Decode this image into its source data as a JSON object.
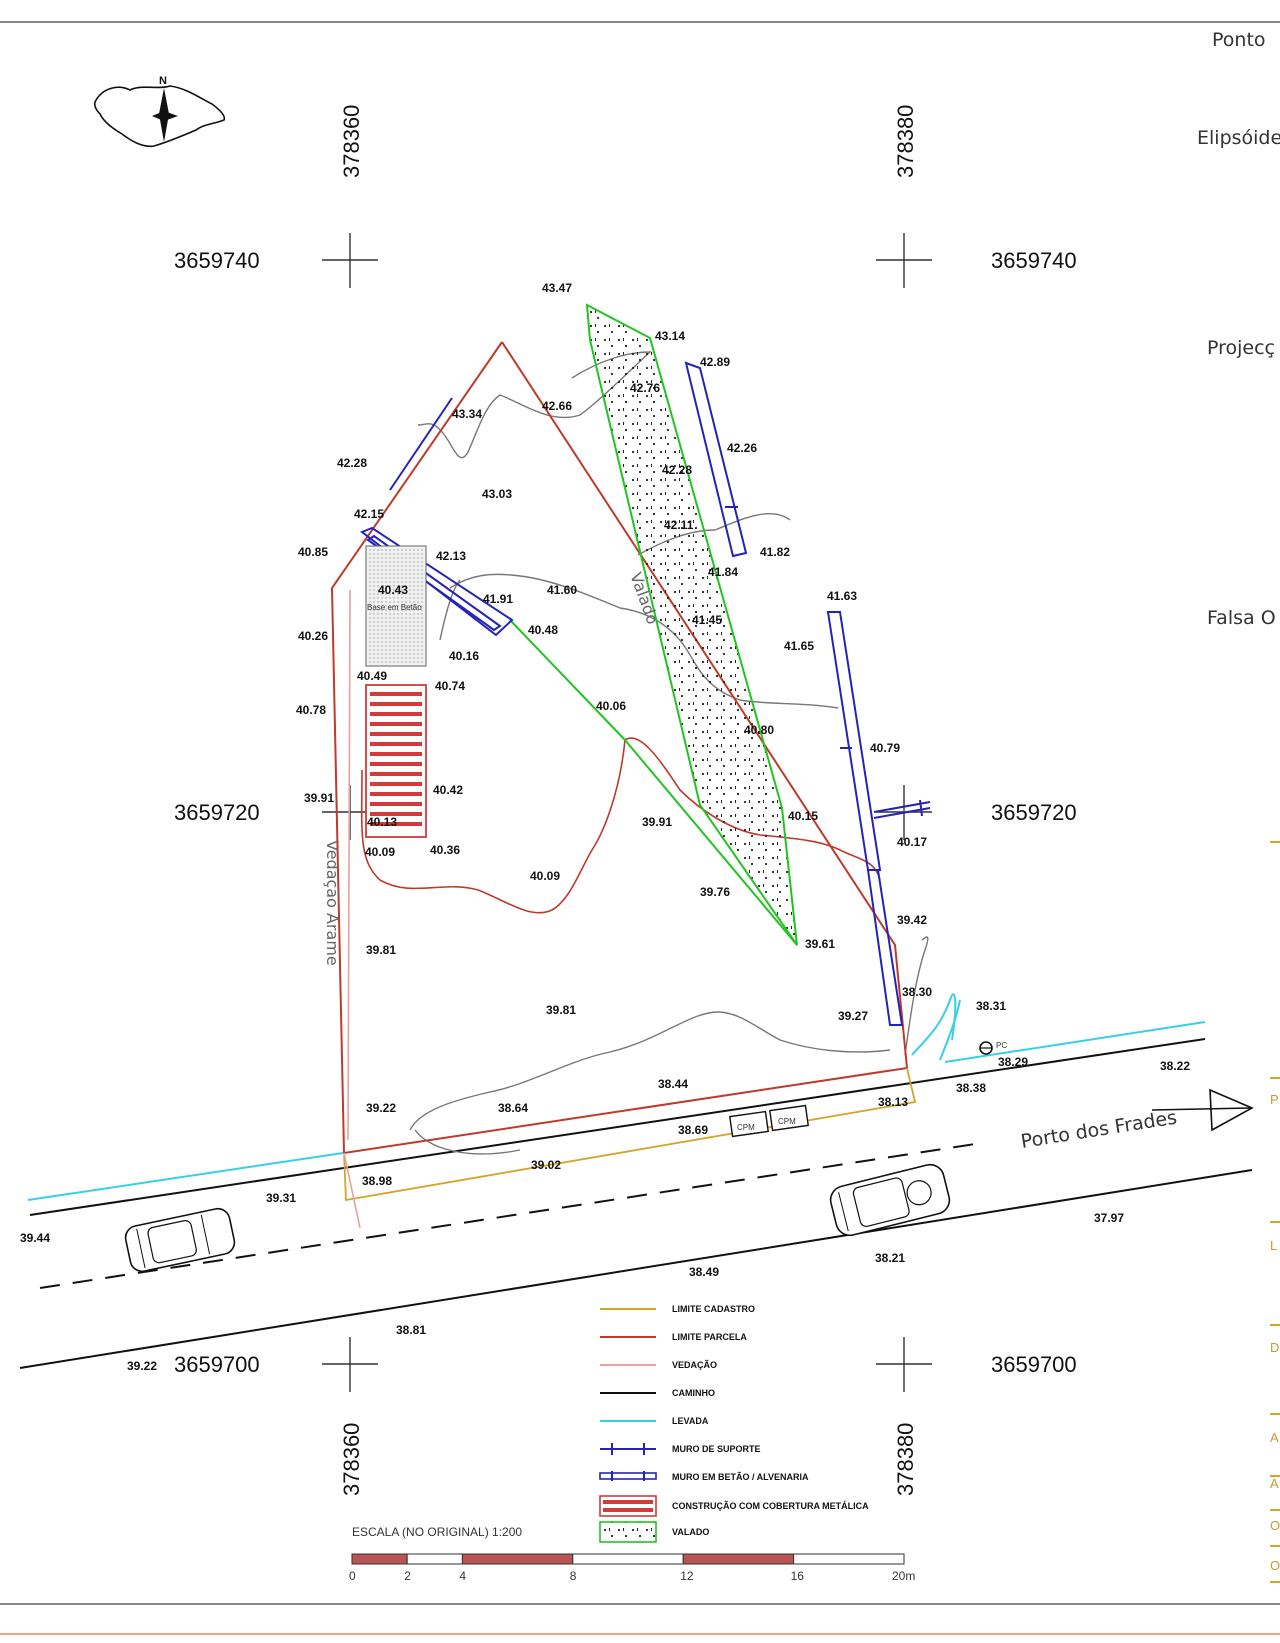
{
  "side_panel": {
    "labels": [
      "Ponto",
      "Elipsóide",
      "Projecç",
      "Falsa O"
    ],
    "cut_letters": [
      "P",
      "L",
      "D",
      "A",
      "A",
      "O",
      "O"
    ]
  },
  "grid": {
    "east_values": [
      "378360",
      "378380"
    ],
    "north_values": [
      "3659740",
      "3659720",
      "3659700"
    ]
  },
  "road": {
    "name": "Porto dos Frades"
  },
  "fence_label": "Vedação Arame",
  "ditch_label": "Valado",
  "concrete_base_label": "Base em Betão",
  "box_labels": [
    "CPM",
    "CPM"
  ],
  "hydrant_label": "PC",
  "elevations": [
    {
      "v": "43.47"
    },
    {
      "v": "43.14"
    },
    {
      "v": "42.89"
    },
    {
      "v": "42.76"
    },
    {
      "v": "42.66"
    },
    {
      "v": "43.34"
    },
    {
      "v": "42.28"
    },
    {
      "v": "43.03"
    },
    {
      "v": "42.26"
    },
    {
      "v": "42.28"
    },
    {
      "v": "42.15"
    },
    {
      "v": "42.11"
    },
    {
      "v": "41.82"
    },
    {
      "v": "40.85"
    },
    {
      "v": "42.13"
    },
    {
      "v": "41.84"
    },
    {
      "v": "40.43"
    },
    {
      "v": "41.91"
    },
    {
      "v": "41.60"
    },
    {
      "v": "41.63"
    },
    {
      "v": "40.26"
    },
    {
      "v": "40.48"
    },
    {
      "v": "41.45"
    },
    {
      "v": "41.65"
    },
    {
      "v": "40.16"
    },
    {
      "v": "40.49"
    },
    {
      "v": "40.74"
    },
    {
      "v": "40.06"
    },
    {
      "v": "40.78"
    },
    {
      "v": "40.80"
    },
    {
      "v": "40.79"
    },
    {
      "v": "39.91"
    },
    {
      "v": "40.42"
    },
    {
      "v": "40.15"
    },
    {
      "v": "40.13"
    },
    {
      "v": "39.91"
    },
    {
      "v": "40.17"
    },
    {
      "v": "40.09"
    },
    {
      "v": "40.36"
    },
    {
      "v": "40.09"
    },
    {
      "v": "39.76"
    },
    {
      "v": "39.42"
    },
    {
      "v": "39.81"
    },
    {
      "v": "39.61"
    },
    {
      "v": "38.30"
    },
    {
      "v": "39.81"
    },
    {
      "v": "39.27"
    },
    {
      "v": "38.31"
    },
    {
      "v": "38.29"
    },
    {
      "v": "38.22"
    },
    {
      "v": "38.44"
    },
    {
      "v": "38.38"
    },
    {
      "v": "39.22"
    },
    {
      "v": "38.64"
    },
    {
      "v": "38.13"
    },
    {
      "v": "38.69"
    },
    {
      "v": "39.02"
    },
    {
      "v": "38.98"
    },
    {
      "v": "39.31"
    },
    {
      "v": "39.44"
    },
    {
      "v": "37.97"
    },
    {
      "v": "38.21"
    },
    {
      "v": "38.49"
    },
    {
      "v": "38.81"
    },
    {
      "v": "39.22"
    }
  ],
  "legend": [
    {
      "label": "LIMITE CADASTRO",
      "color": "#d4a526"
    },
    {
      "label": "LIMITE PARCELA",
      "color": "#c0392b"
    },
    {
      "label": "VEDAÇÃO",
      "color": "#e8a0a0"
    },
    {
      "label": "CAMINHO",
      "color": "#111111"
    },
    {
      "label": "LEVADA",
      "color": "#37d0e6"
    },
    {
      "label": "MURO DE SUPORTE",
      "color": "#2323b8"
    },
    {
      "label": "MURO EM BETÃO / ALVENARIA",
      "color": "#2323b8"
    },
    {
      "label": "CONSTRUÇÃO COM COBERTURA METÁLICA",
      "color": "#d33b3b"
    },
    {
      "label": "VALADO",
      "color": "#22c422"
    }
  ],
  "scale": {
    "caption": "ESCALA (NO ORIGINAL) 1:200",
    "ticks": [
      "0",
      "2",
      "4",
      "8",
      "12",
      "16",
      "20m"
    ],
    "tick_values": [
      0,
      2,
      4,
      8,
      12,
      16,
      20
    ]
  },
  "colors": {
    "parcel": "#c0392b",
    "cadastre": "#d4a526",
    "wall": "#2323b8",
    "levada": "#37d0e6",
    "valado": "#22c422",
    "contour": "#777777",
    "building": "#d33b3b"
  }
}
